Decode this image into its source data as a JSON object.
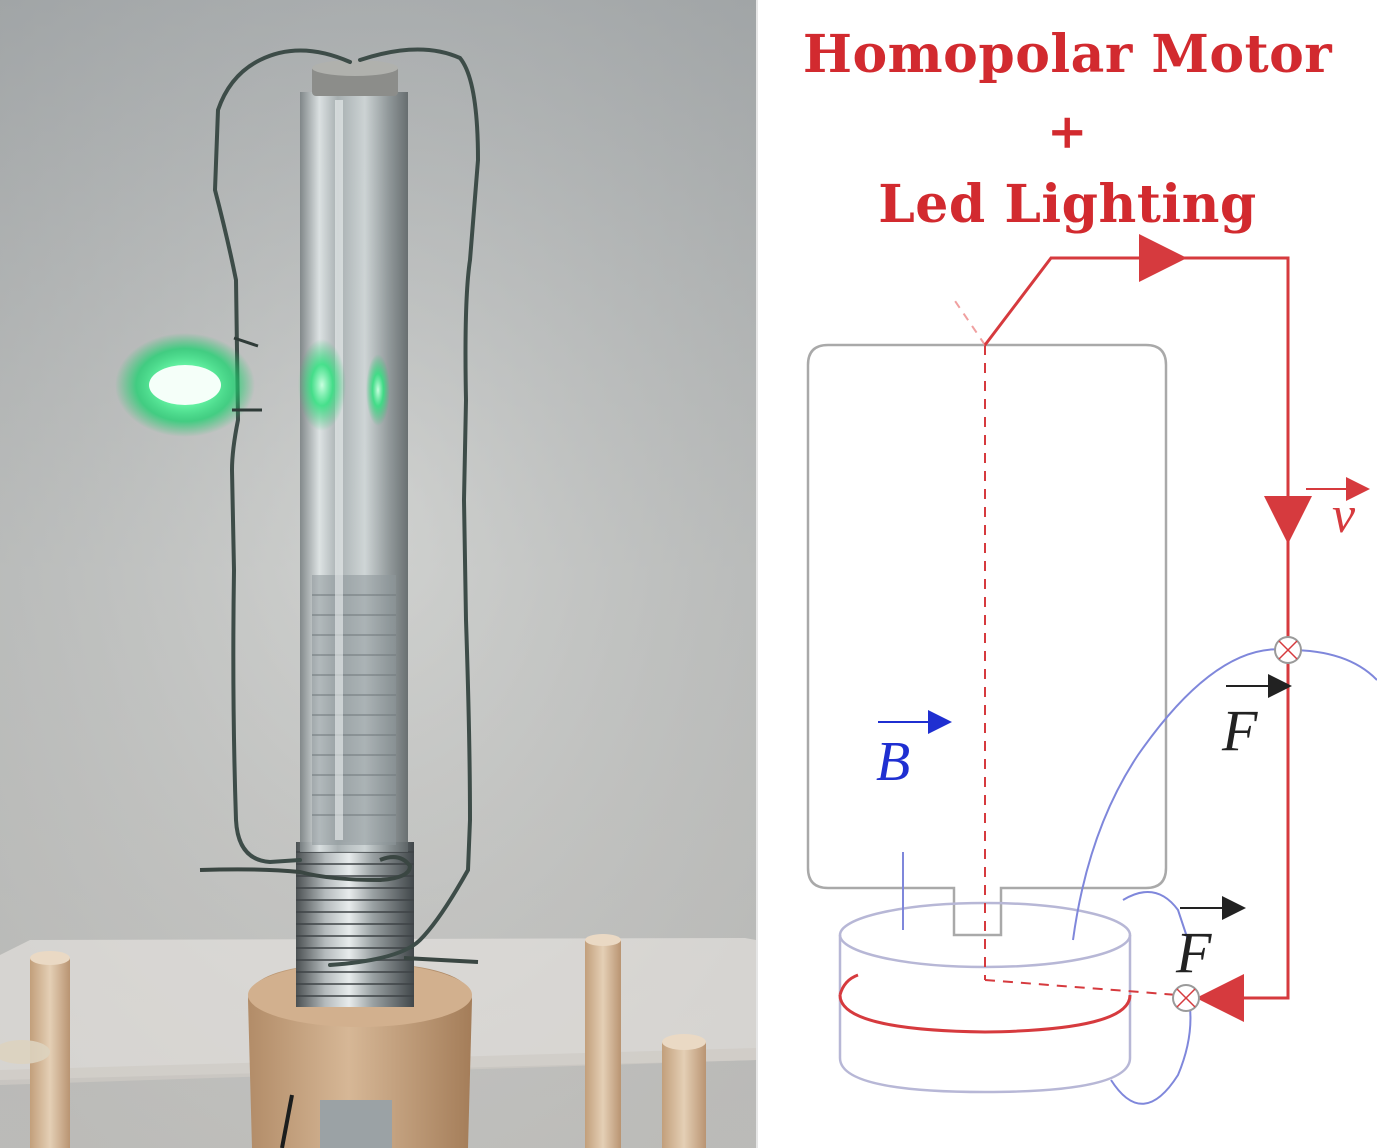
{
  "title": {
    "line1": "Homopolar Motor",
    "line2": "+",
    "line3": "Led Lighting"
  },
  "vectors": {
    "v": "v",
    "F_upper": "F",
    "F_lower": "F",
    "B": "B"
  },
  "colors": {
    "title": "#d22a2f",
    "circuit": "#d63a3e",
    "field": "#1f2fd1",
    "outline": "#a9a9a9",
    "led": "#35f08c"
  }
}
